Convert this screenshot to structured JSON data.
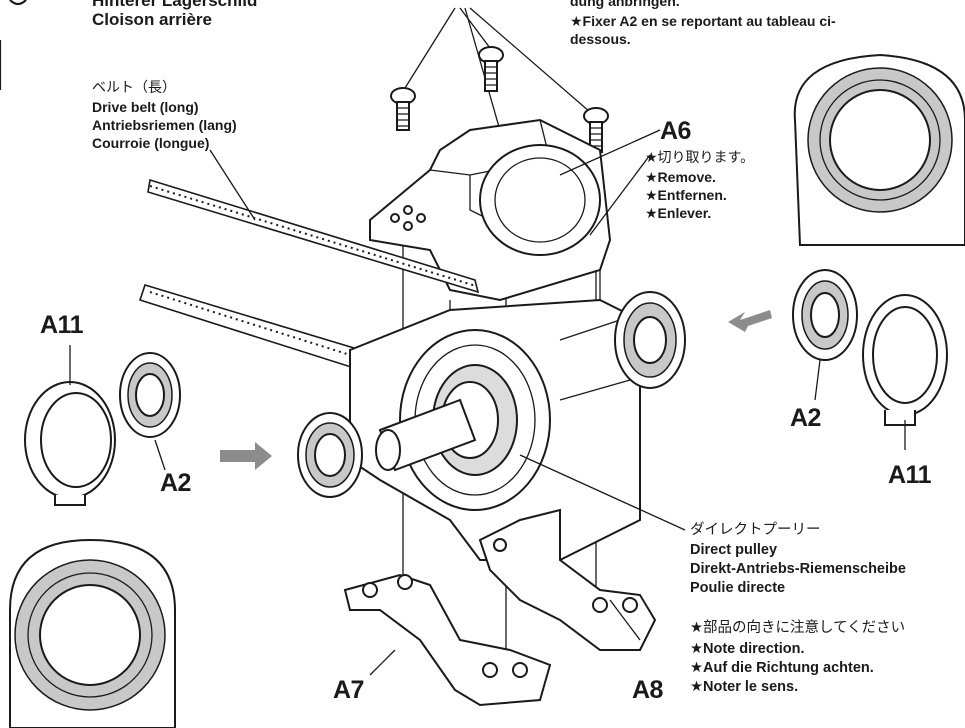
{
  "header": {
    "title_line1": "Hinterer Lagerschild",
    "title_line2": "Cloison arrière",
    "note_line1": "dung anbringen.",
    "note_line2": "★Fixer A2 en se reportant au tableau ci-",
    "note_line3": "dessous."
  },
  "belt_label": {
    "ja": "ベルト（長）",
    "en": "Drive belt (long)",
    "de": "Antriebsriemen (lang)",
    "fr": "Courroie (longue)"
  },
  "a6_callout": {
    "part": "A6",
    "ja": "★切り取ります。",
    "en": "★Remove.",
    "de": "★Entfernen.",
    "fr": "★Enlever."
  },
  "pulley_label": {
    "ja": "ダイレクトプーリー",
    "en": "Direct pulley",
    "de": "Direkt-Antriebs-Riemenscheibe",
    "fr": "Poulie directe"
  },
  "direction_note": {
    "ja": "★部品の向きに注意してください",
    "en": "★Note direction.",
    "de": "★Auf die Richtung achten.",
    "fr": "★Noter le sens."
  },
  "part_labels": {
    "a11_left": "A11",
    "a2_left": "A2",
    "a2_right": "A2",
    "a11_right": "A11",
    "a7": "A7",
    "a8": "A8"
  },
  "colors": {
    "ink": "#1a1a1a",
    "shade": "#c8c8c8",
    "arrow": "#8c8c8c"
  }
}
